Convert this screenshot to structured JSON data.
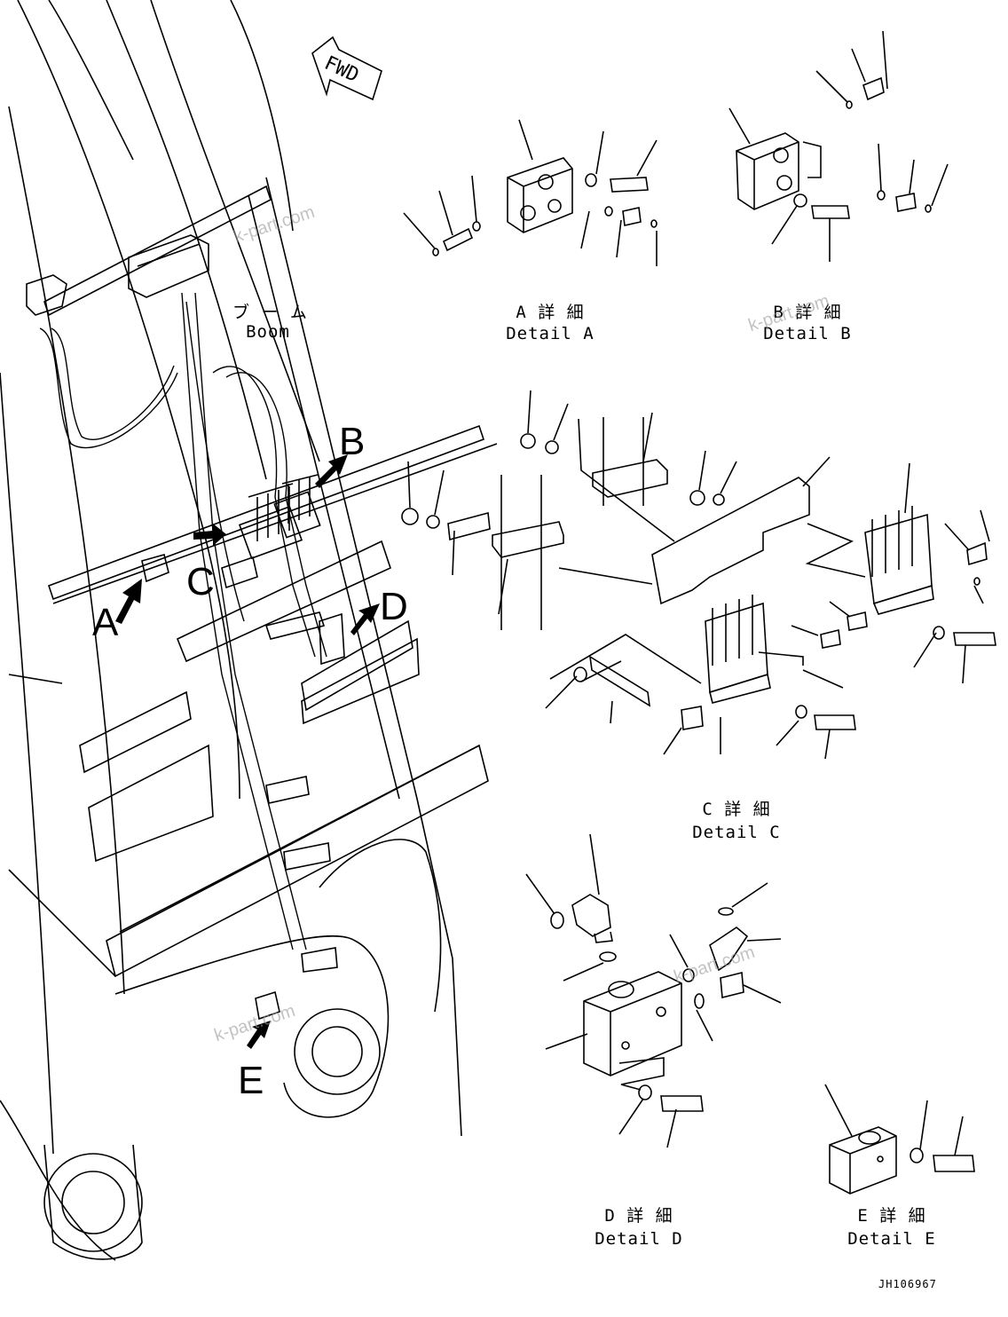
{
  "fwd_label": "FWD",
  "boom_label": {
    "jp": "ブ ー ム",
    "en": "Boom"
  },
  "callouts": {
    "a": "A",
    "b": "B",
    "c": "C",
    "d": "D",
    "e": "E"
  },
  "details": {
    "a": {
      "jp": "A 詳 細",
      "en": "Detail A"
    },
    "b": {
      "jp": "B 詳 細",
      "en": "Detail B"
    },
    "c": {
      "jp": "C 詳 細",
      "en": "Detail C"
    },
    "d": {
      "jp": "D 詳 細",
      "en": "Detail D"
    },
    "e": {
      "jp": "E 詳 細",
      "en": "Detail E"
    }
  },
  "watermark": "k-part.com",
  "drawing_code": "JH106967",
  "colors": {
    "line": "#000000",
    "watermark": "#9a9a9a",
    "background": "#ffffff"
  }
}
